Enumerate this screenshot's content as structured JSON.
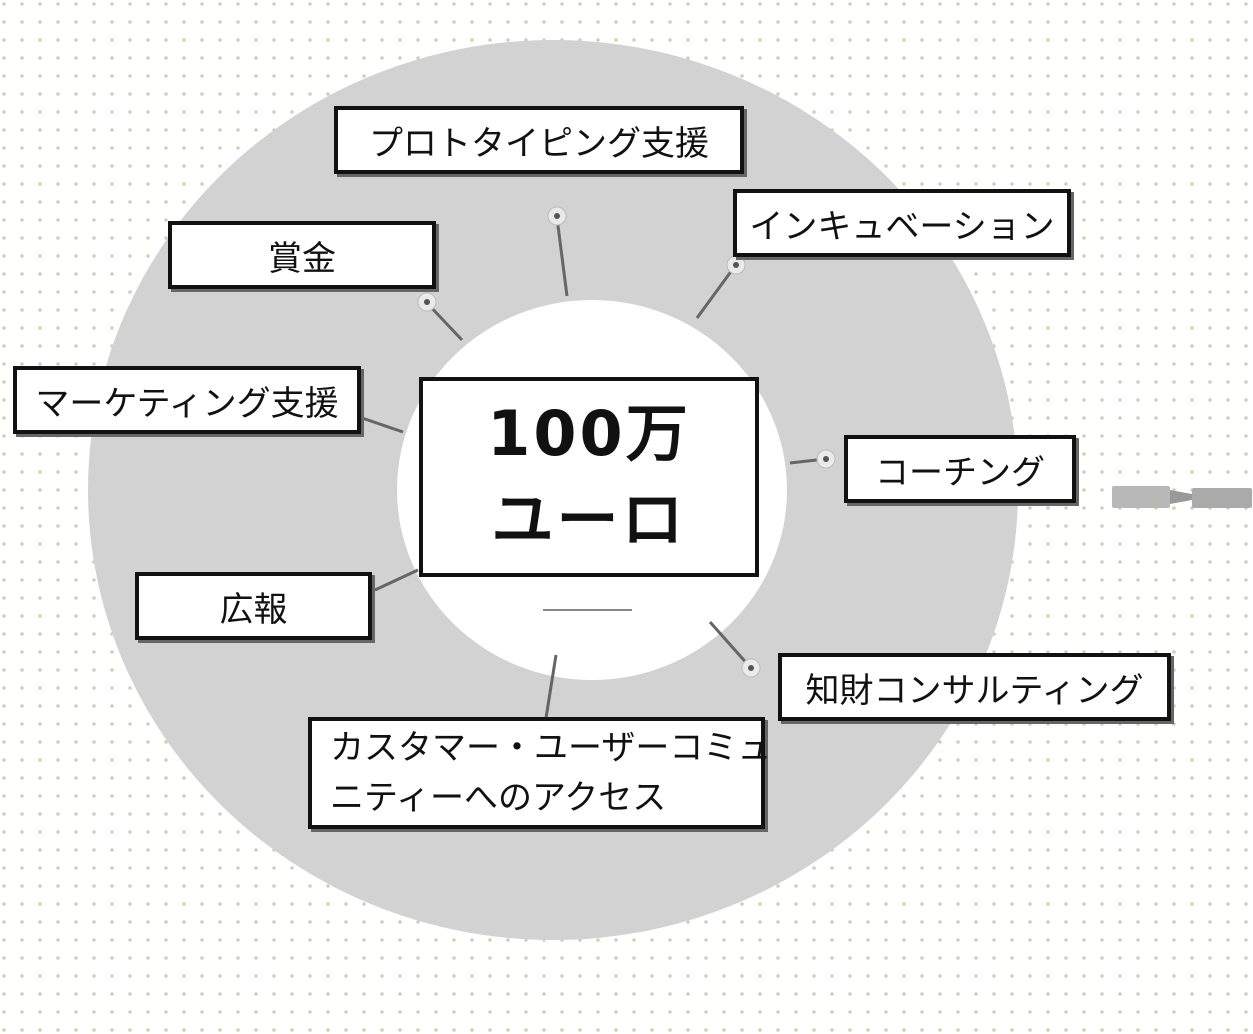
{
  "center": {
    "line1": "100万",
    "line2": "ユーロ"
  },
  "labels": {
    "prototyping": "プロトタイピング支援",
    "incubation": "インキュベーション",
    "prize": "賞金",
    "marketing": "マーケティング支援",
    "coaching": "コーチング",
    "pr": "広報",
    "ip_consulting": "知財コンサルティング",
    "community_line1": "カスタマー・ユーザーコミュ",
    "community_line2": "ニティーへのアクセス"
  },
  "colors": {
    "ring": "#d2d2d2",
    "dots": "#d8cfa8",
    "border": "#111111"
  }
}
